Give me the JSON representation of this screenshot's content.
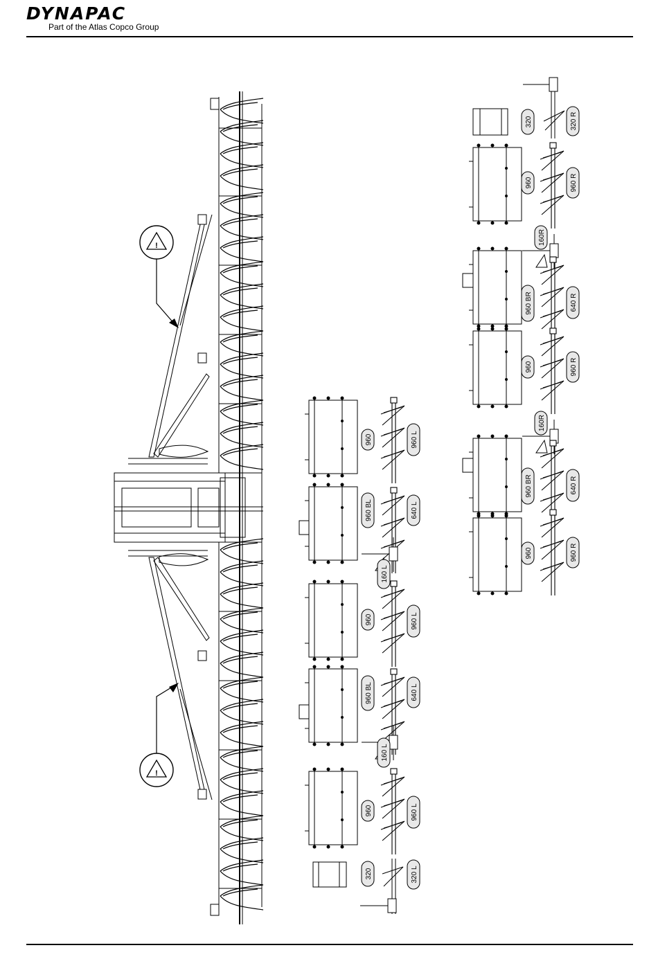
{
  "header": {
    "brand": "DYNAPAC",
    "tagline": "Part of the Atlas Copco Group"
  },
  "warnings": [
    "!",
    "!"
  ],
  "modules": {
    "left_column": [
      {
        "box": "960",
        "auger": "960 L"
      },
      {
        "box": "960 BL",
        "auger": "640 L",
        "bearing": "160 L"
      },
      {
        "box": "960",
        "auger": "960 L"
      },
      {
        "box": "960 BL",
        "auger": "640 L",
        "bearing": "160 L"
      },
      {
        "box": "960",
        "auger": "960 L"
      },
      {
        "box": "320",
        "auger": "320 L"
      }
    ],
    "right_column": [
      {
        "box": "320",
        "auger": "320 R"
      },
      {
        "box": "960",
        "auger": "960 R",
        "bearing": "160R"
      },
      {
        "box": "960 BR",
        "auger": "640 R"
      },
      {
        "box": "960",
        "auger": "960 R",
        "bearing": "160R"
      },
      {
        "box": "960 BR",
        "auger": "640 R"
      },
      {
        "box": "960",
        "auger": "960 R"
      }
    ]
  }
}
